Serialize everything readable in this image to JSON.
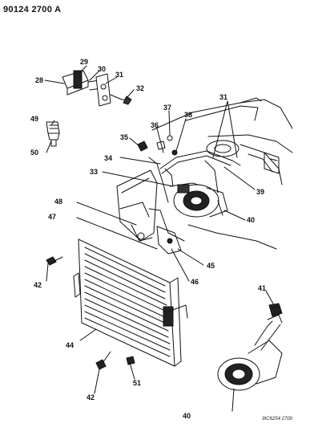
{
  "header": {
    "part_code": "90124 2700 A"
  },
  "footer": {
    "stamp": "9IC6254 2700"
  },
  "callouts": [
    {
      "id": "c28",
      "label": "28"
    },
    {
      "id": "c29",
      "label": "29"
    },
    {
      "id": "c30",
      "label": "30"
    },
    {
      "id": "c31a",
      "label": "31"
    },
    {
      "id": "c32",
      "label": "32"
    },
    {
      "id": "c49",
      "label": "49"
    },
    {
      "id": "c50",
      "label": "50"
    },
    {
      "id": "c37",
      "label": "37"
    },
    {
      "id": "c31b",
      "label": "31"
    },
    {
      "id": "c36",
      "label": "36"
    },
    {
      "id": "c38",
      "label": "38"
    },
    {
      "id": "c35",
      "label": "35"
    },
    {
      "id": "c34",
      "label": "34"
    },
    {
      "id": "c33",
      "label": "33"
    },
    {
      "id": "c39",
      "label": "39"
    },
    {
      "id": "c48",
      "label": "48"
    },
    {
      "id": "c47",
      "label": "47"
    },
    {
      "id": "c40a",
      "label": "40"
    },
    {
      "id": "c45",
      "label": "45"
    },
    {
      "id": "c46",
      "label": "46"
    },
    {
      "id": "c42a",
      "label": "42"
    },
    {
      "id": "c41",
      "label": "41"
    },
    {
      "id": "c44",
      "label": "44"
    },
    {
      "id": "c51",
      "label": "51"
    },
    {
      "id": "c42b",
      "label": "42"
    },
    {
      "id": "c40b",
      "label": "40"
    }
  ]
}
